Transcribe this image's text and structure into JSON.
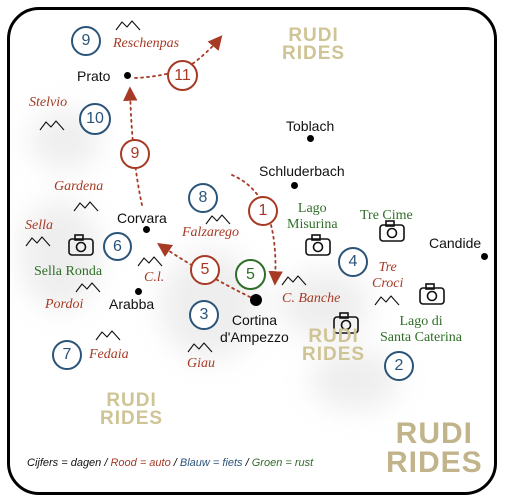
{
  "brand": {
    "name_line1": "RUDI",
    "name_line2": "RIDES"
  },
  "colors": {
    "auto": "#a63a25",
    "fiets": "#2b5479",
    "rust": "#2f6e28",
    "logo": "#cfc495"
  },
  "towns": {
    "prato": "Prato",
    "toblach": "Toblach",
    "schluderbach": "Schluderbach",
    "corvara": "Corvara",
    "candide": "Candide",
    "arabba": "Arabba",
    "cortina_line1": "Cortina",
    "cortina_line2": "d'Ampezzo"
  },
  "passes": {
    "reschenpas": "Reschenpas",
    "stelvio": "Stelvio",
    "gardena": "Gardena",
    "sella": "Sella",
    "falzarego": "Falzarego",
    "cl": "C.l.",
    "pordoi": "Pordoi",
    "fedaia": "Fedaia",
    "giau": "Giau",
    "c_banche": "C. Banche",
    "tre_croci_line1": "Tre",
    "tre_croci_line2": "Croci"
  },
  "rest_spots": {
    "lago_misurina_line1": "Lago",
    "lago_misurina_line2": "Misurina",
    "tre_cime": "Tre Cime",
    "sella_ronda": "Sella Ronda",
    "santa_caterina_line1": "Lago di",
    "santa_caterina_line2": "Santa Caterina"
  },
  "markers": {
    "reschen_9": "9",
    "prato_11": "11",
    "stelvio_10": "10",
    "route_9": "9",
    "route_1": "1",
    "falzarego_8": "8",
    "sella_6": "6",
    "route_5_auto": "5",
    "rest_5": "5",
    "misurina_4": "4",
    "giau_3": "3",
    "fedaia_7": "7",
    "caterina_2": "2"
  },
  "legend": {
    "days": "Cijfers = dagen",
    "sep": " / ",
    "auto": "Rood = auto",
    "fiets": "Blauw = fiets",
    "rust": "Groen = rust"
  }
}
